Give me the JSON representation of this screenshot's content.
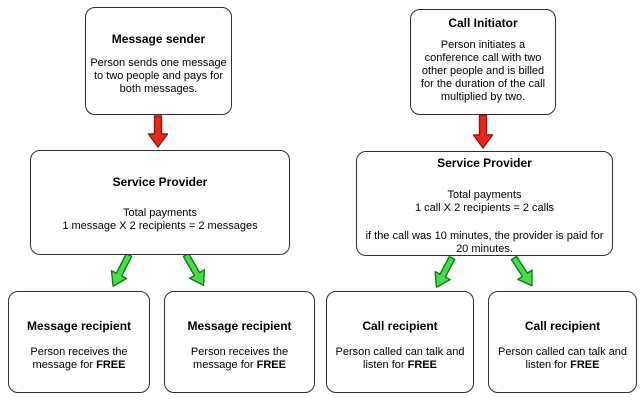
{
  "colors": {
    "background": "#ffffff",
    "text": "#000000",
    "box_border": "#2e2e2e",
    "arrow_red_fill": "#ee2418",
    "arrow_red_stroke": "#8b1a10",
    "arrow_green_fill": "#47dc49",
    "arrow_green_stroke": "#0e7c10"
  },
  "diagram": {
    "messaging": {
      "sender": {
        "title": "Message sender",
        "lines": [
          "Person sends one message",
          "to two people and pays for",
          "both messages."
        ]
      },
      "provider": {
        "title": "Service Provider",
        "lines": [
          "Total payments",
          "1 message X 2 recipients = 2 messages"
        ]
      },
      "recipient": {
        "title": "Message recipient",
        "line1": "Person receives the",
        "line2_prefix": "message for",
        "line2_bold": "FREE"
      }
    },
    "calling": {
      "initiator": {
        "title": "Call Initiator",
        "lines": [
          "Person initiates a",
          "conference call with two",
          "other people and is billed",
          "for the duration of the call",
          "multiplied by two."
        ]
      },
      "provider": {
        "title": "Service Provider",
        "lines": [
          "Total payments",
          "1 call X 2 recipients = 2 calls",
          "if the call was 10 minutes, the provider is paid for",
          "20 minutes."
        ]
      },
      "recipient": {
        "title": "Call recipient",
        "line1": "Person called can talk and",
        "line2_prefix": "listen for",
        "line2_bold": "FREE"
      }
    }
  }
}
